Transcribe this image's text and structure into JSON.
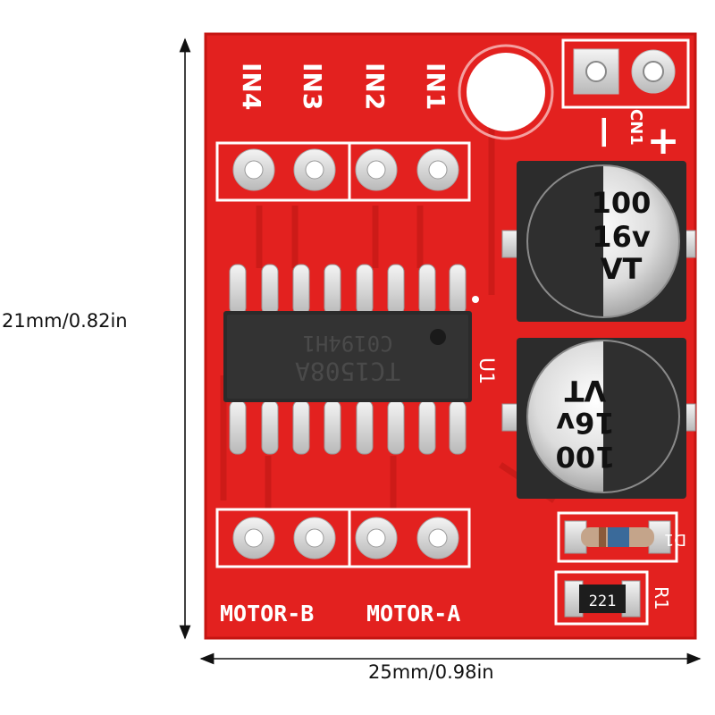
{
  "dimensions": {
    "height_label": "21mm/0.82in",
    "width_label": "25mm/0.98in"
  },
  "board": {
    "color": "#e3211f",
    "silk_color": "#ffffff",
    "pins_top": [
      "IN4",
      "IN3",
      "IN2",
      "IN1"
    ],
    "pins_bottom": [
      "MOTOR-B",
      "MOTOR-A"
    ],
    "connector_label": "CN1",
    "minus_symbol": "—",
    "plus_symbol": "+",
    "chip": {
      "designator": "U1",
      "marking_line1": "TC1508A",
      "marking_line2": "C0194H1"
    },
    "capacitor_top": {
      "line1": "100",
      "line2": "16v",
      "line3": "VT"
    },
    "capacitor_bottom": {
      "line1": "100",
      "line2": "16v",
      "line3": "VT"
    },
    "resistor": {
      "value": "221",
      "designator": "R1"
    },
    "diode_designator": "D1"
  }
}
